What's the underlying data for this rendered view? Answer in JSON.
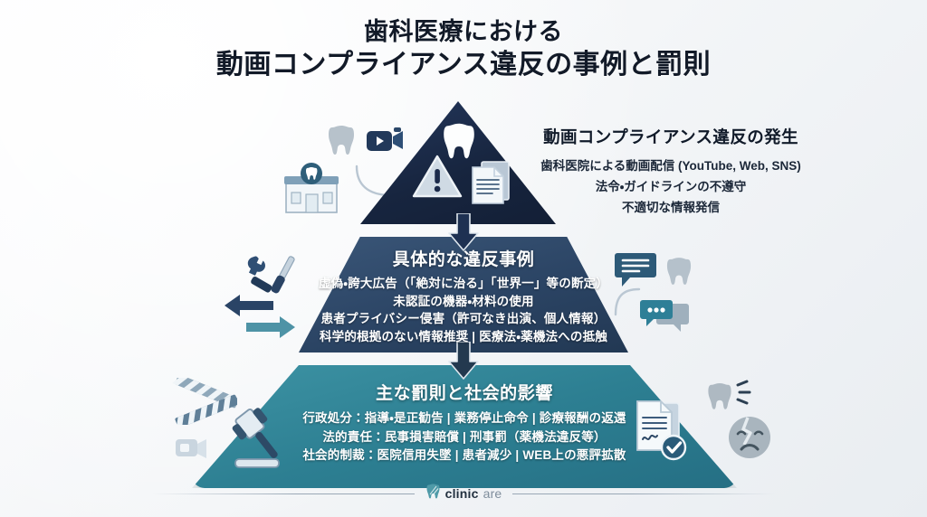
{
  "title": {
    "line1": "歯科医療における",
    "line2": "動画コンプライアンス違反の事例と罰則"
  },
  "colors": {
    "tier_top": "#1b2a4a",
    "tier_mid": "#2a4565",
    "tier_bottom": "#2a7a8c",
    "title_text": "#121a28",
    "brand_teal": "#4f9aa8",
    "background": "#f4f6f8"
  },
  "tiers": [
    {
      "id": "occurrence",
      "level": 1,
      "heading": "動画コンプライアンス違反の発生",
      "lines": [
        "歯科医院による動画配信 (YouTube, Web, SNS)",
        "法令・ガイドラインの不遵守",
        "不適切な情報発信"
      ],
      "color": "#1b2a4a",
      "caption_position": "right"
    },
    {
      "id": "violations",
      "level": 2,
      "heading": "具体的な違反事例",
      "lines": [
        "虚偽・誇大広告（「絶対に治る」「世界一」等の断定）",
        "未認証の機器・材料の使用",
        "患者プライバシー侵害（許可なき出演、個人情報）",
        "科学的根拠のない情報推奨 | 医療法・薬機法への抵触"
      ],
      "color": "#2a4565",
      "caption_position": "inside"
    },
    {
      "id": "penalties",
      "level": 3,
      "heading": "主な罰則と社会的影響",
      "lines": [
        "行政処分：指導・是正勧告 | 業務停止命令 | 診療報酬の返還",
        "法的責任：民事損害賠償 | 刑事罰（薬機法違反等）",
        "社会的制裁：医院信用失墜 | 患者減少 | WEB上の悪評拡散"
      ],
      "color": "#2a7a8c",
      "caption_position": "inside"
    }
  ],
  "icons": {
    "tier_top_inside": [
      "tooth-icon",
      "warning-triangle-icon",
      "documents-icon"
    ],
    "tier_top_left": [
      "tooth-icon",
      "video-camera-icon",
      "dental-clinic-building-icon"
    ],
    "tier_mid_left": [
      "tools-wrench-screwdriver-icon",
      "arrow-left-icon",
      "arrow-right-icon"
    ],
    "tier_mid_right": [
      "speech-bubble-lines-icon",
      "speech-bubble-dots-icon",
      "tooth-icon"
    ],
    "tier_bottom_left": [
      "barrier-tape-icon",
      "camera-blocked-icon",
      "gavel-icon"
    ],
    "tier_bottom_right": [
      "signed-document-check-icon",
      "tooth-pain-icon",
      "cracked-sad-face-icon"
    ],
    "connectors": [
      "arrow-down-icon",
      "arrow-down-icon"
    ]
  },
  "footer": {
    "brand_name": "clinic",
    "brand_suffix": "are",
    "logo_icon": "tooth-logo-icon"
  }
}
